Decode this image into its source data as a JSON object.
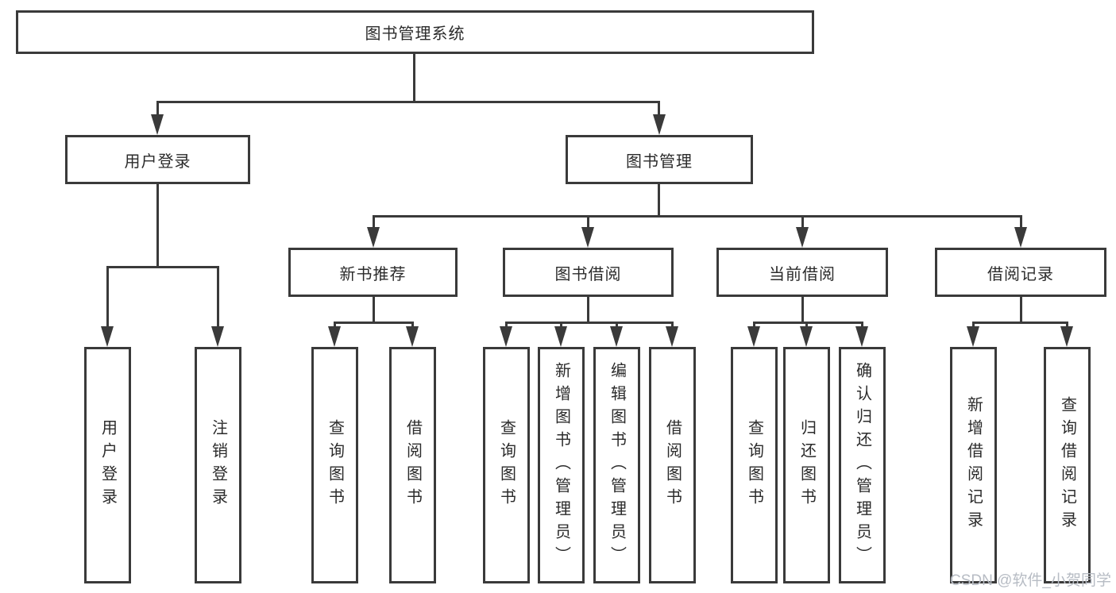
{
  "colors": {
    "line": "#3a3a3a",
    "text": "#2b2b2b",
    "background": "#ffffff",
    "watermark": "#b7bcc4"
  },
  "watermark": {
    "text": "CSDN @软件_小贺同学"
  },
  "tree": {
    "root": {
      "label": "图书管理系统"
    },
    "branches": [
      {
        "label": "用户登录",
        "children": [
          {
            "label": "用户登录"
          },
          {
            "label": "注销登录"
          }
        ]
      },
      {
        "label": "图书管理",
        "children": [
          {
            "label": "新书推荐",
            "children": [
              {
                "label": "查询图书"
              },
              {
                "label": "借阅图书"
              }
            ]
          },
          {
            "label": "图书借阅",
            "children": [
              {
                "label": "查询图书"
              },
              {
                "label": "新增图书（管理员）"
              },
              {
                "label": "编辑图书（管理员）"
              },
              {
                "label": "借阅图书"
              }
            ]
          },
          {
            "label": "当前借阅",
            "children": [
              {
                "label": "查询图书"
              },
              {
                "label": "归还图书"
              },
              {
                "label": "确认归还（管理员）"
              }
            ]
          },
          {
            "label": "借阅记录",
            "children": [
              {
                "label": "新增借阅记录"
              },
              {
                "label": "查询借阅记录"
              }
            ]
          }
        ]
      }
    ]
  }
}
